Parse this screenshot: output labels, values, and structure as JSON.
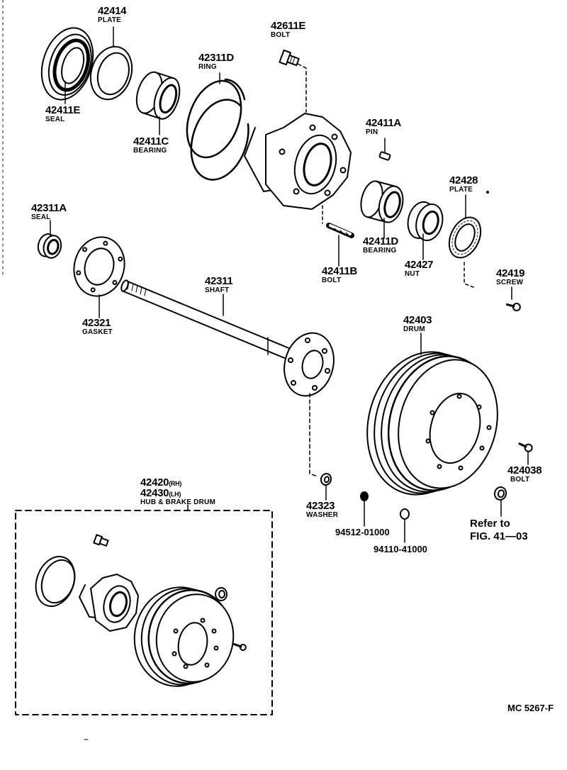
{
  "parts": {
    "p42414": {
      "number": "42414",
      "name": "PLATE"
    },
    "p42611E": {
      "number": "42611E",
      "name": "BOLT"
    },
    "p42311D": {
      "number": "42311D",
      "name": "RING"
    },
    "p42411E": {
      "number": "42411E",
      "name": "SEAL"
    },
    "p42411C": {
      "number": "42411C",
      "name": "BEARING"
    },
    "p42411A": {
      "number": "42411A",
      "name": "PIN"
    },
    "p42428": {
      "number": "42428",
      "name": "PLATE"
    },
    "p42311A": {
      "number": "42311A",
      "name": "SEAL"
    },
    "p42411D": {
      "number": "42411D",
      "name": "BEARING"
    },
    "p42411B": {
      "number": "42411B",
      "name": "BOLT"
    },
    "p42427": {
      "number": "42427",
      "name": "NUT"
    },
    "p42419": {
      "number": "42419",
      "name": "SCREW"
    },
    "p42311": {
      "number": "42311",
      "name": "SHAFT"
    },
    "p42321": {
      "number": "42321",
      "name": "GASKET"
    },
    "p42403": {
      "number": "42403",
      "name": "DRUM"
    },
    "p424038": {
      "number": "424038",
      "name": "BOLT"
    },
    "p42323": {
      "number": "42323",
      "name": "WASHER"
    },
    "p94512": {
      "number": "94512-01000"
    },
    "p94110": {
      "number": "94110-41000"
    },
    "hub": {
      "number_rh": "42420",
      "suffix_rh": "(RH)",
      "number_lh": "42430",
      "suffix_lh": "(LH)",
      "name": "HUB & BRAKE DRUM"
    }
  },
  "reference": {
    "line1": "Refer to",
    "line2": "FIG. 41—03"
  },
  "diagram_code": "MC 5267-F"
}
